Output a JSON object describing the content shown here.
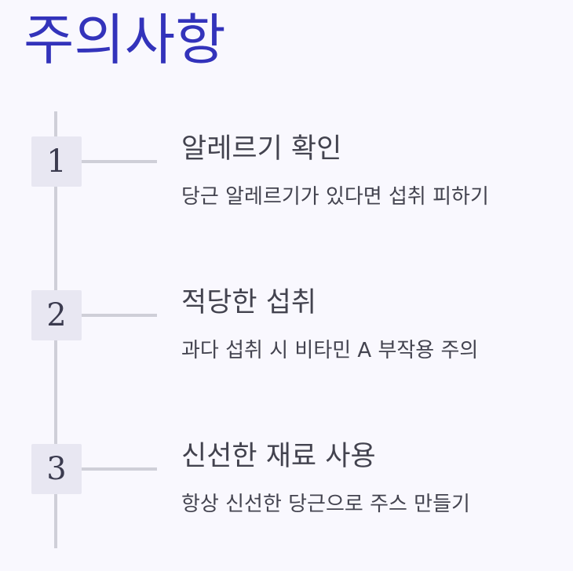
{
  "page": {
    "title": "주의사항",
    "title_color": "#3333bb",
    "background_color": "#f9f8fe"
  },
  "steps": [
    {
      "number": "1",
      "title": "알레르기 확인",
      "description": "당근 알레르기가 있다면 섭취 피하기"
    },
    {
      "number": "2",
      "title": "적당한 섭취",
      "description": "과다 섭취 시 비타민 A 부작용 주의"
    },
    {
      "number": "3",
      "title": "신선한 재료 사용",
      "description": "항상 신선한 당근으로 주스 만들기"
    }
  ]
}
